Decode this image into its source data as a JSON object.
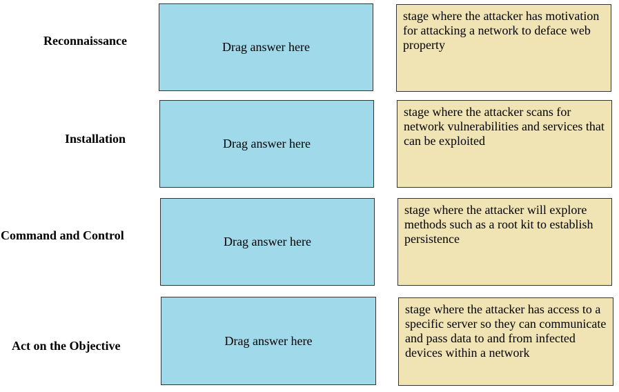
{
  "terms": [
    {
      "label": "Reconnaissance"
    },
    {
      "label": "Installation"
    },
    {
      "label": "Command and Control"
    },
    {
      "label": "Act on the Objective"
    }
  ],
  "dropzones": [
    {
      "placeholder": "Drag answer here"
    },
    {
      "placeholder": "Drag answer here"
    },
    {
      "placeholder": "Drag answer here"
    },
    {
      "placeholder": "Drag answer here"
    }
  ],
  "answers": [
    {
      "text": "stage where the attacker has motivation for attacking a network to deface web property"
    },
    {
      "text": "stage where the attacker scans for network vulnerabilities and services that can be exploited"
    },
    {
      "text": "stage where the attacker will explore methods such as a root kit to establish persistence"
    },
    {
      "text": "stage where the attacker has access to a specific server so they can communicate and pass data to and from infected devices within a network"
    }
  ],
  "colors": {
    "dropzone_bg": "#9fd9ea",
    "answer_bg": "#f0e3b4",
    "border": "#333333"
  }
}
